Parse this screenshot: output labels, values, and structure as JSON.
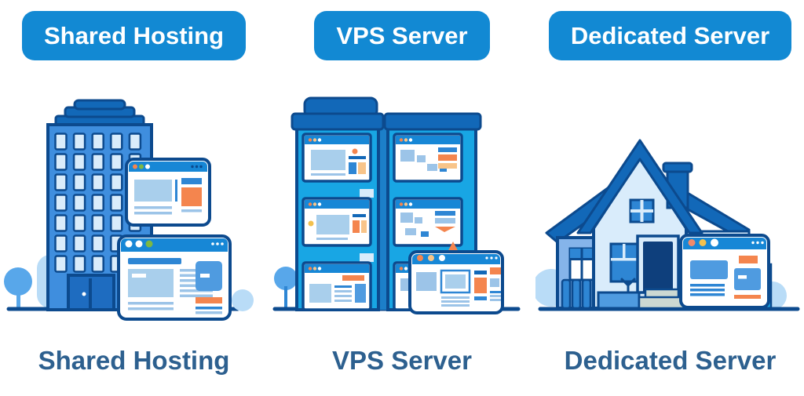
{
  "theme": {
    "badge_blue": "#1289d3",
    "caption_blue": "#2d608f",
    "outline_navy": "#0c4a8e",
    "building_blue": "#3f8ede",
    "tower_cyan": "#18a6e4",
    "roof_blue": "#1268b8",
    "browser_bar_blue": "#1787d6",
    "accent_orange": "#f4854e",
    "accent_green": "#7db843",
    "ground_navy": "#0c4a8e"
  },
  "columns": [
    {
      "id": "shared-hosting",
      "badge_label": "Shared Hosting",
      "caption": "Shared Hosting",
      "illustration": "apartment-building-with-two-browser-windows"
    },
    {
      "id": "vps-server",
      "badge_label": "VPS Server",
      "caption": "VPS Server",
      "illustration": "partitioned-building-with-six-browser-screens"
    },
    {
      "id": "dedicated-server",
      "badge_label": "Dedicated Server",
      "caption": "Dedicated Server",
      "illustration": "single-family-house-with-browser-window"
    }
  ]
}
